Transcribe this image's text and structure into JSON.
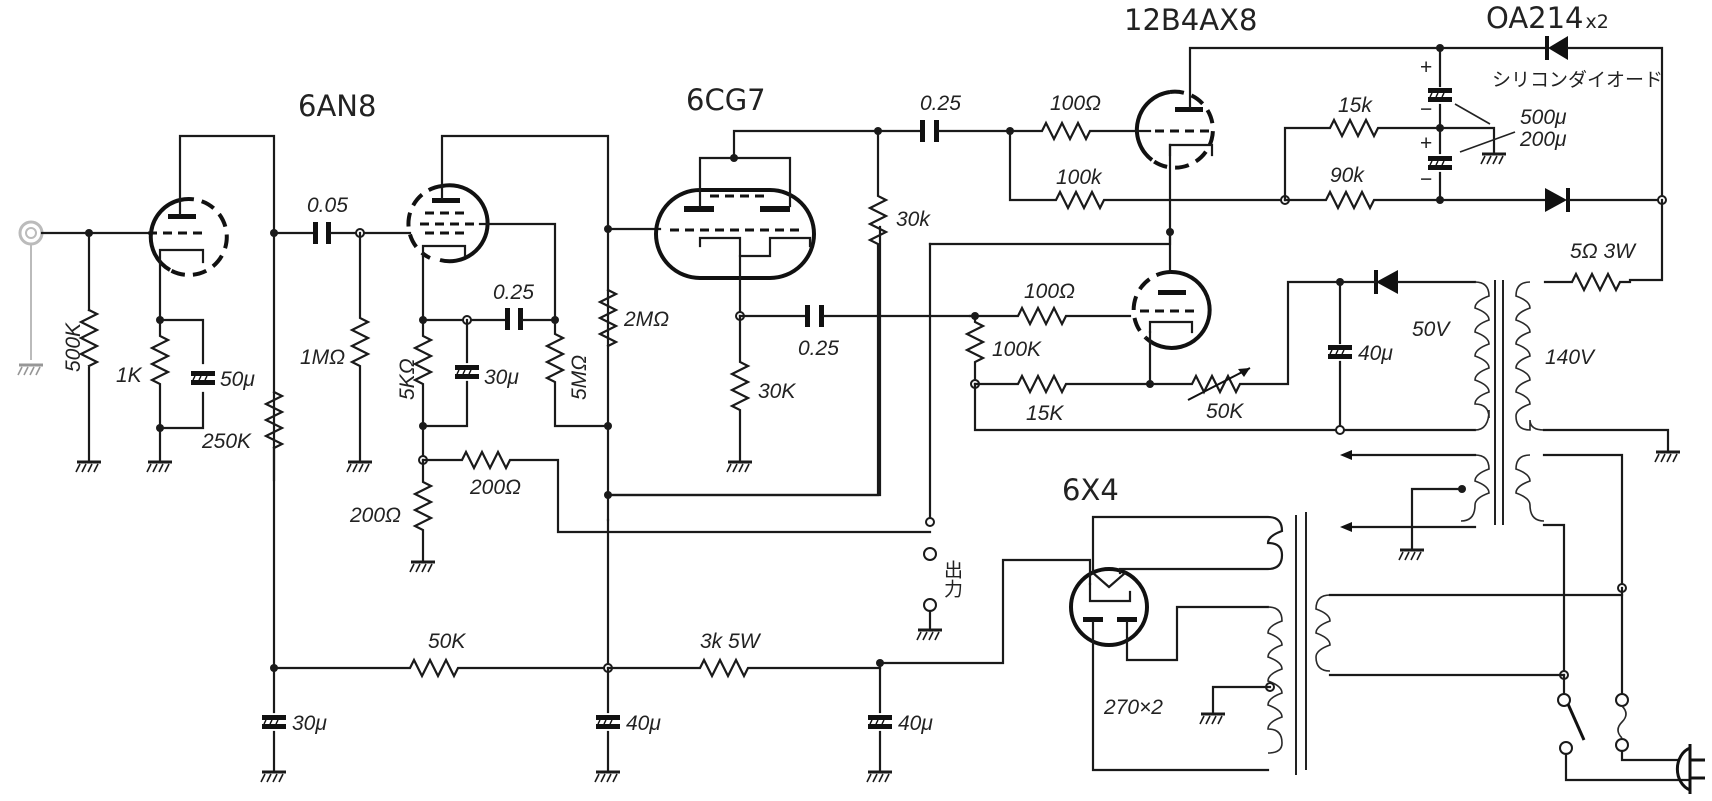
{
  "title": "Vacuum tube amplifier schematic",
  "tubes": {
    "v1": "6AN8",
    "v2": "6CG7",
    "v3": "12B4AX8",
    "rect": "6X4",
    "diodes": "OA214",
    "diodes_qty": "x2"
  },
  "notes": {
    "silicon_diode": "シリコンダイオード",
    "output": "出力"
  },
  "components": {
    "r_in": "500K",
    "r_k1": "1K",
    "c_k1": "50μ",
    "r_load1": "250K",
    "c_couple1": "0.05",
    "r_g2": "1MΩ",
    "r_k2": "5KΩ",
    "c_k2": "30μ",
    "c_screen": "0.25",
    "r_screen": "5MΩ",
    "r_plate2": "2MΩ",
    "r_fb_top": "200Ω",
    "r_fb_bot": "200Ω",
    "r_cath3": "30K",
    "c_pi_top": "0.25",
    "c_pi_bot": "0.25",
    "r_pi_plate": "30k",
    "r_g_top": "100Ω",
    "r_bias_top": "100k",
    "r_g_bot": "100Ω",
    "r_bias_bot": "100K",
    "r_bias_15k": "15K",
    "pot_bias": "50K",
    "r_15k_top": "15k",
    "r_90k": "90k",
    "c_500": "500μ",
    "c_200": "200μ",
    "c_bias": "40μ",
    "v_50": "50V",
    "v_140": "140V",
    "r_5ohm": "5Ω 3W",
    "r_50k_supply": "50K",
    "r_3k": "3k 5W",
    "c_30": "30μ",
    "c_40a": "40μ",
    "c_40b": "40μ",
    "rect_v": "270×2"
  }
}
